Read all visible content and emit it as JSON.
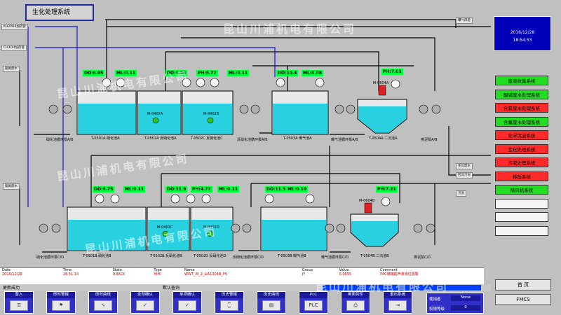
{
  "title": "生化处理系统",
  "clock": {
    "date": "2016/12/28",
    "time": "18:54:53"
  },
  "side_buttons": [
    {
      "label": "废液收集系统",
      "color": "g"
    },
    {
      "label": "酸碱废水处理系统",
      "color": "g"
    },
    {
      "label": "含氰废水处理系统",
      "color": "r"
    },
    {
      "label": "含氟废水处理系统",
      "color": "g"
    },
    {
      "label": "化学沉淀系统",
      "color": "r"
    },
    {
      "label": "生化处理系统",
      "color": "r"
    },
    {
      "label": "污泥处理系统",
      "color": "r"
    },
    {
      "label": "排放系统",
      "color": "r"
    },
    {
      "label": "除风机系统",
      "color": "g"
    },
    {
      "label": "",
      "color": "e"
    },
    {
      "label": "",
      "color": "e"
    },
    {
      "label": "",
      "color": "e"
    }
  ],
  "pipes": {
    "p1": "KH2PO4加药管",
    "p2": "CH3OH加药管",
    "p3": "氨氮废水",
    "p4": "曝气风管",
    "p5": "生化废水",
    "p6": "回流污泥",
    "p7": "污泥"
  },
  "readouts": {
    "r1": "DO:6.05",
    "r2": "ML:0.11",
    "r3": "DO:6.05",
    "r4": "PH:5.77",
    "r5": "ML:0.11",
    "r6": "DO:10.4",
    "r7": "ML:0.08",
    "r8": "PH:7.01",
    "r9": "DO:6.75",
    "r10": "ML:0.11",
    "r11": "DO:11.9",
    "r12": "PH:4.73",
    "r13": "ML:0.11",
    "r14": "DO:11.5",
    "r15": "ML:0.10",
    "r16": "PH:7.21"
  },
  "tanks": {
    "t1": "T-0501A 硝化池A",
    "t2": "T-0502A 反硝化池A",
    "t3": "T-0502C 反硝化池C",
    "t4": "T-0503A 曝气池A",
    "t5": "T-0504A 二沉池A",
    "t6": "T-0501B 硝化池B",
    "t7": "T-0502B 反硝化池B",
    "t8": "T-0502D 反硝化池D",
    "t9": "T-0503B 曝气池B",
    "t10": "T-0504B 二沉池B"
  },
  "equip": {
    "e1": "硝化池循环泵A/B",
    "e2": "反硝化池循环泵A/B",
    "e3": "曝气池循环泵A/B",
    "e4": "排泥泵A/B",
    "e5": "硝化池循环泵C/D",
    "e6": "反硝化池循环泵C/D",
    "e7": "曝气池循环泵C/D",
    "e8": "排泥泵C/D",
    "m1": "M-0402A",
    "m2": "M-0402B",
    "m3": "M-0402C",
    "m4": "M-0402D",
    "m5": "M-0604A",
    "m6": "M-0604B"
  },
  "alarm": {
    "headers": [
      "Date",
      "Time",
      "State",
      "Type",
      "Name",
      "Group",
      "Value",
      "Comment"
    ],
    "row": [
      "2016/12/28",
      "18:51:14",
      "UNACK",
      "HIHI",
      "WWT_W_2_LIA1304B_PV",
      "JY",
      "0.9695",
      "PAC储罐超声波液位报警"
    ]
  },
  "status": {
    "left": "更新成功",
    "middle": "默认查询"
  },
  "toolbar": [
    {
      "label": "登入",
      "icon": "key-icon"
    },
    {
      "label": "即时警报",
      "icon": "bell-icon"
    },
    {
      "label": "即时曲线",
      "icon": "trend-icon"
    },
    {
      "label": "全部确认",
      "icon": "check-icon"
    },
    {
      "label": "单项确认",
      "icon": "check-icon"
    },
    {
      "label": "历史警报",
      "icon": "history-icon"
    },
    {
      "label": "历史曲线",
      "icon": "chart-icon"
    },
    {
      "label": "PLC",
      "icon": "plc-icon"
    },
    {
      "label": "画面列印",
      "icon": "printer-icon"
    },
    {
      "label": "退出系统",
      "icon": "exit-icon"
    }
  ],
  "user": {
    "label_user": "使用者",
    "user_value": "None",
    "label_level": "权限等级",
    "level_value": "0"
  },
  "page_buttons": {
    "home": "首 页",
    "fmcs": "FMCS"
  },
  "watermark": "昆山川浦机电有限公司"
}
